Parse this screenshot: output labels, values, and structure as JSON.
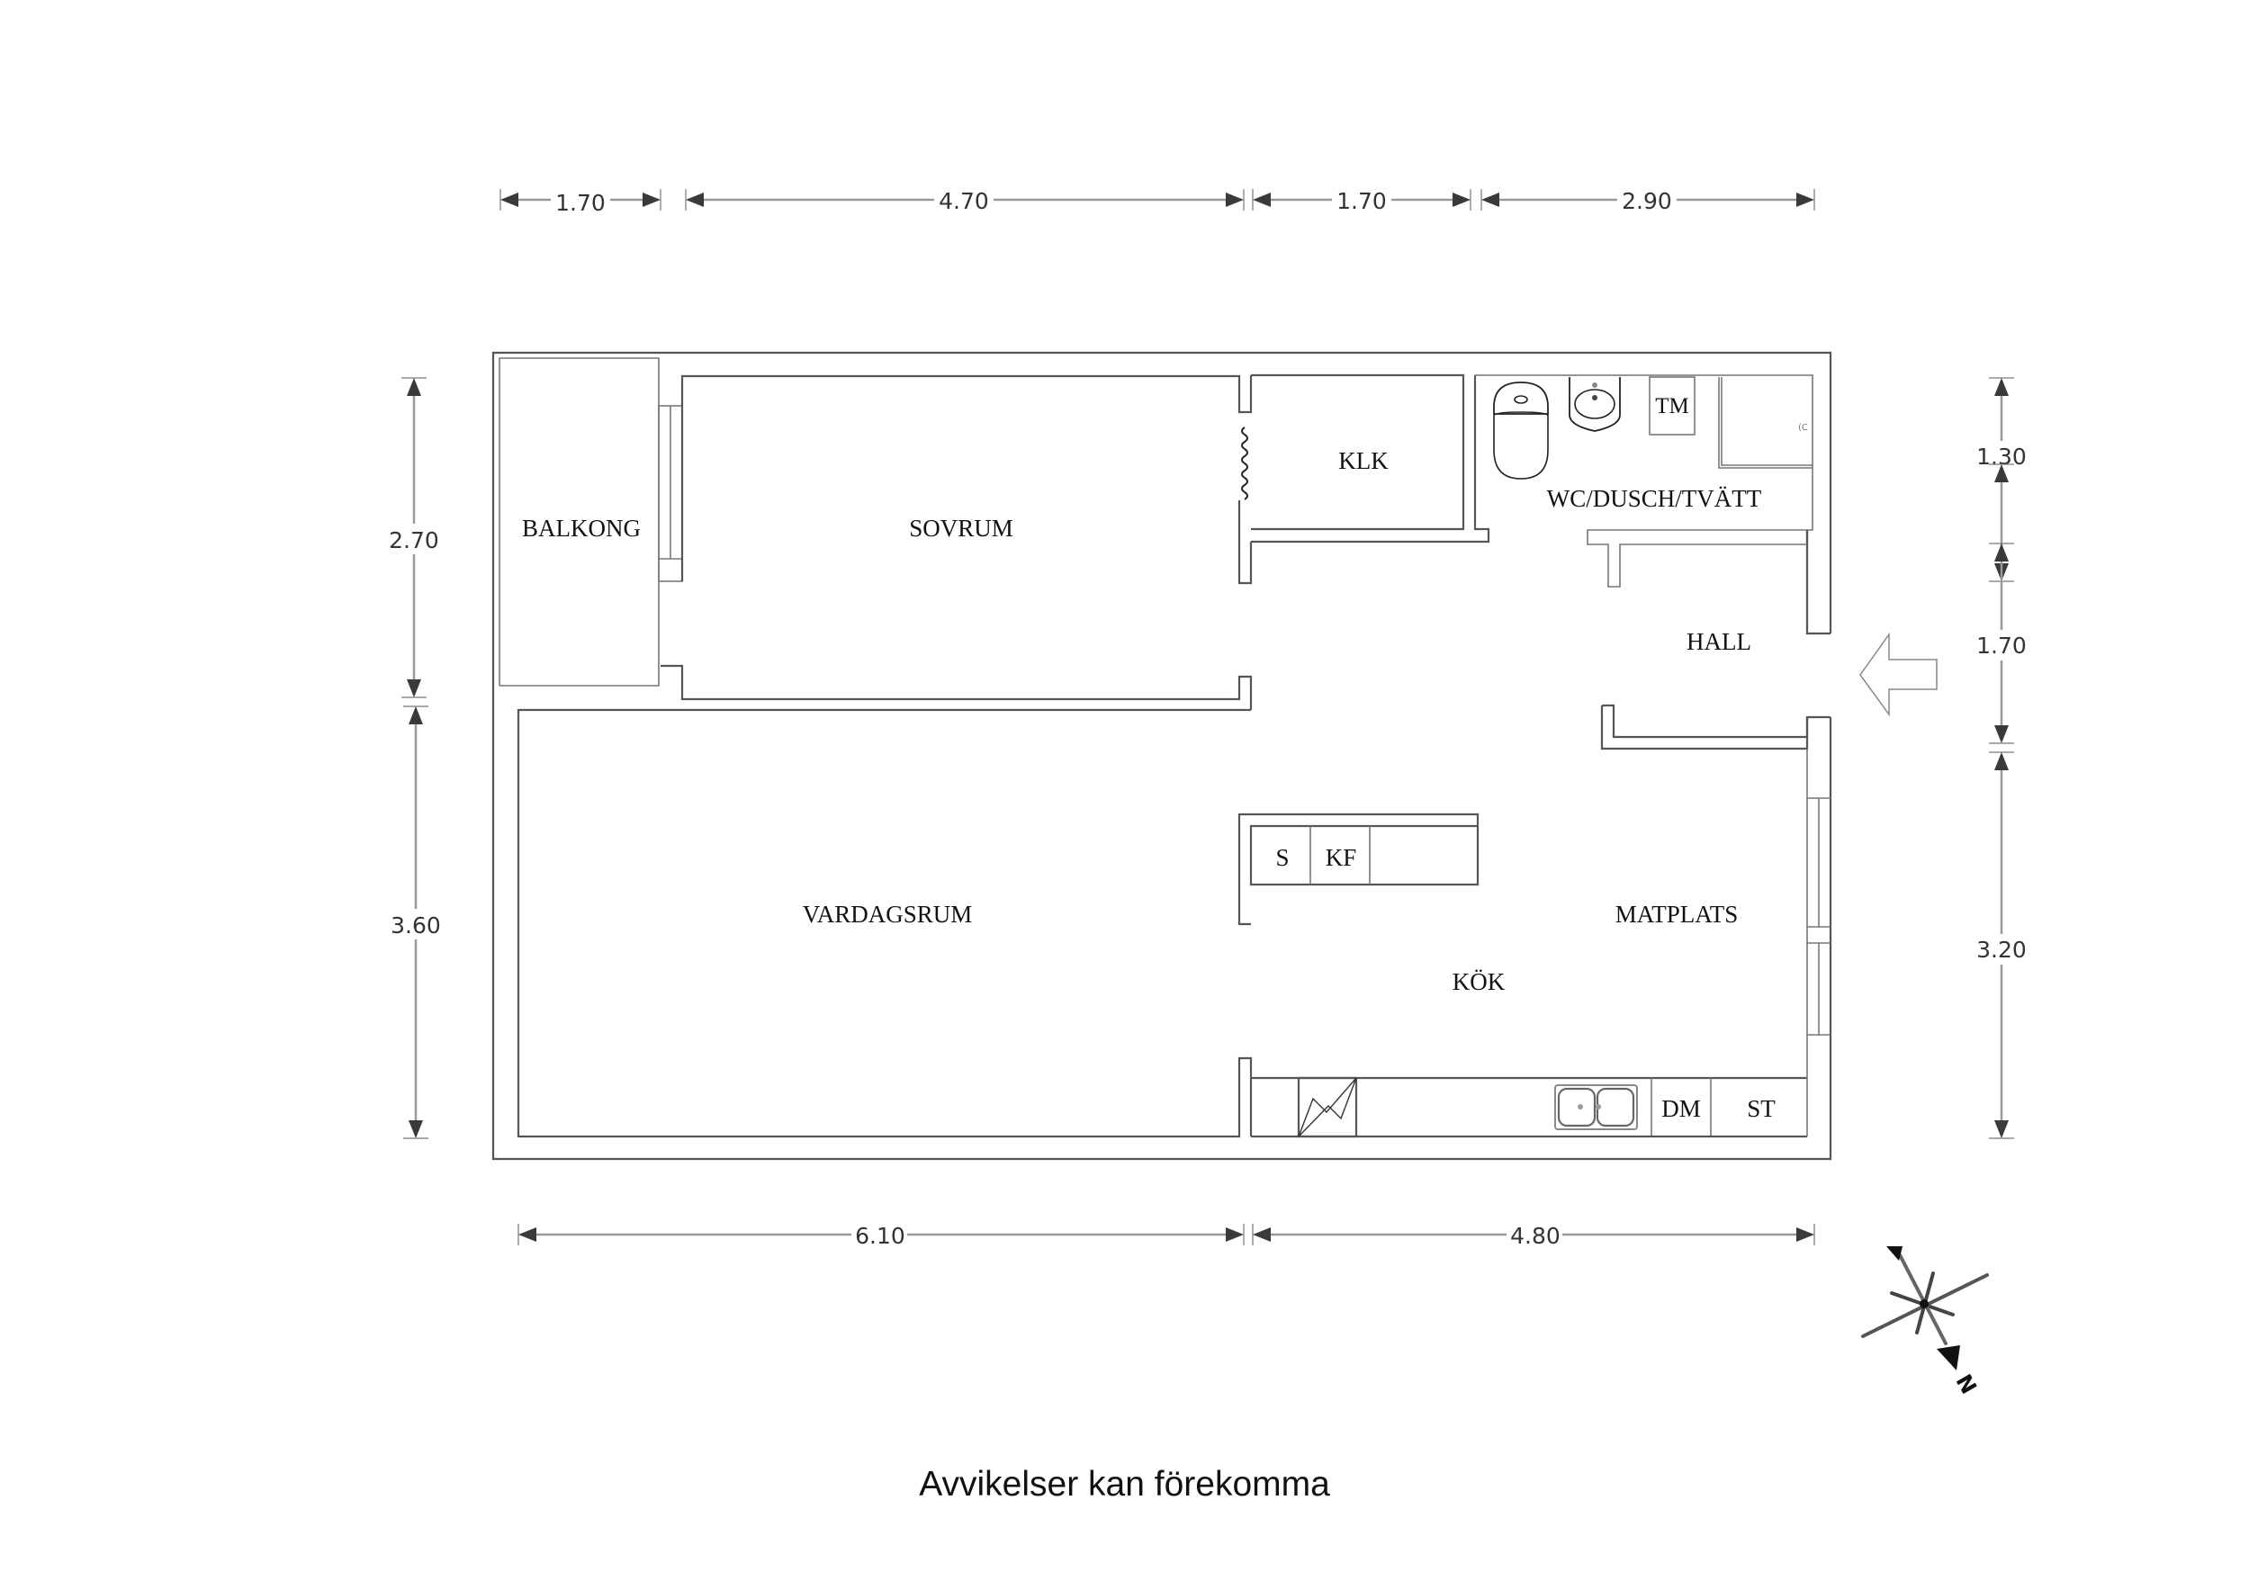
{
  "floorplan": {
    "rooms": {
      "balkong": "BALKONG",
      "sovrum": "SOVRUM",
      "klk": "KLK",
      "wc": "WC/DUSCH/TVÄTT",
      "hall": "HALL",
      "vardagsrum": "VARDAGSRUM",
      "kok": "KÖK",
      "matplats": "MATPLATS"
    },
    "fixtures": {
      "tm": "TM",
      "s": "S",
      "kf": "KF",
      "dm": "DM",
      "st": "ST"
    },
    "dimensions": {
      "top": [
        "1.70",
        "4.70",
        "1.70",
        "2.90"
      ],
      "bottom": [
        "6.10",
        "4.80"
      ],
      "left": [
        "2.70",
        "3.60"
      ],
      "right": [
        "1.30",
        "1.70",
        "3.20"
      ]
    },
    "compass": {
      "label": "N"
    },
    "entrance": "entrance-arrow"
  },
  "footer": {
    "disclaimer": "Avvikelser kan förekomma"
  }
}
